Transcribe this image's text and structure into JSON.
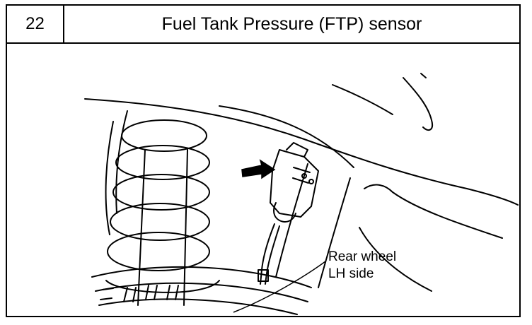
{
  "header": {
    "number": "22",
    "title": "Fuel Tank Pressure (FTP) sensor"
  },
  "callout": {
    "line1": "Rear wheel",
    "line2": "LH side"
  },
  "figure": {
    "illustration-icon": "fuel-tank-pressure-sensor-line-drawing",
    "pointer-icon": "arrow-pointing-right"
  }
}
